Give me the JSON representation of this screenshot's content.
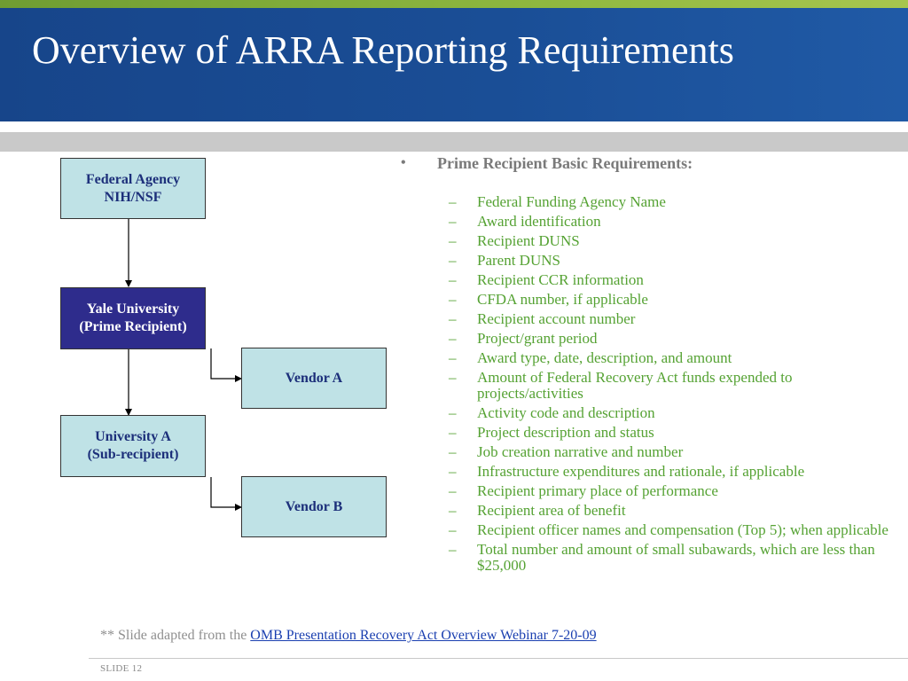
{
  "header": {
    "title": "Overview of ARRA Reporting Requirements"
  },
  "flowchart": {
    "federal_agency": {
      "line1": "Federal Agency",
      "line2": "NIH/NSF"
    },
    "prime": {
      "line1": "Yale University",
      "line2": "(Prime Recipient)"
    },
    "vendor_a": "Vendor A",
    "sub": {
      "line1": "University A",
      "line2": "(Sub-recipient)"
    },
    "vendor_b": "Vendor B"
  },
  "requirements": {
    "bullet": "•",
    "heading": "Prime Recipient Basic Requirements:",
    "dash": "–",
    "items": [
      "Federal Funding Agency Name",
      "Award identification",
      "Recipient DUNS",
      "Parent DUNS",
      "Recipient CCR information",
      "CFDA number, if applicable",
      "Recipient account number",
      "Project/grant period",
      "Award type, date, description, and amount",
      "Amount of Federal Recovery Act funds expended to projects/activities",
      "Activity code and description",
      "Project description and status",
      "Job creation narrative and number",
      "Infrastructure expenditures and rationale, if applicable",
      "Recipient primary place of performance",
      "Recipient area of benefit",
      "Recipient officer names and compensation (Top 5); when applicable",
      "Total number and amount of small subawards, which are less than $25,000"
    ]
  },
  "footer": {
    "source_prefix": "** Slide adapted from the ",
    "source_link": "OMB Presentation Recovery Act Overview Webinar 7-20-09",
    "slide_number": "SLIDE 12"
  },
  "colors": {
    "header_blue": "#1a4e96",
    "top_stripe_green": "#8fb83f",
    "box_light": "#bfe2e6",
    "box_dark": "#2e2c8c",
    "item_green": "#55a233",
    "link_blue": "#1a3fb0"
  }
}
